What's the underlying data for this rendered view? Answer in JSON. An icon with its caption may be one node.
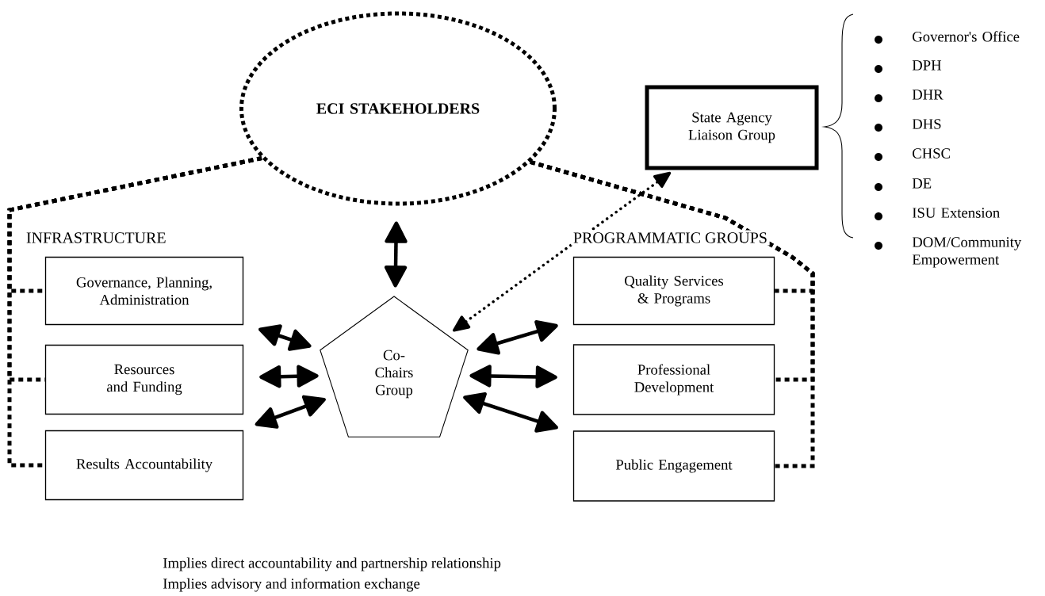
{
  "diagram": {
    "nodes": [
      {
        "text": [
          "ECI STAKEHOLDERS"
        ]
      },
      {
        "text": [
          "State Agency Liaison Group"
        ]
      },
      {
        "text": [
          "Co- Chairs Group"
        ]
      },
      {
        "text": [
          "Governance, Planning, Administration"
        ]
      },
      {
        "text": [
          "Resources and Funding"
        ]
      },
      {
        "text": [
          "Results Accountability"
        ]
      },
      {
        "text": [
          "Quality Services & Programs"
        ]
      },
      {
        "text": [
          "Professional Development"
        ]
      },
      {
        "text": [
          "Public Engagement"
        ]
      }
    ],
    "edges": [
      {
        "from": 0,
        "to": 2,
        "arrow": "both"
      },
      {
        "from": 3,
        "to": 2,
        "arrow": "both"
      },
      {
        "from": 4,
        "to": 2,
        "arrow": "both"
      },
      {
        "from": 5,
        "to": 2,
        "arrow": "both"
      },
      {
        "from": 6,
        "to": 2,
        "arrow": "both"
      },
      {
        "from": 7,
        "to": 2,
        "arrow": "both"
      },
      {
        "from": 8,
        "to": 2,
        "arrow": "both"
      },
      {
        "from": 2,
        "to": 1,
        "arrow": "both",
        "style": "dashed"
      },
      {
        "from": 0,
        "to": 3,
        "arrow": "none",
        "style": "dashed"
      },
      {
        "from": 0,
        "to": 4,
        "arrow": "none",
        "style": "dashed"
      },
      {
        "from": 0,
        "to": 5,
        "arrow": "none",
        "style": "dashed"
      },
      {
        "from": 0,
        "to": 6,
        "arrow": "none",
        "style": "dashed"
      },
      {
        "from": 0,
        "to": 7,
        "arrow": "none",
        "style": "dashed"
      },
      {
        "from": 0,
        "to": 8,
        "arrow": "none",
        "style": "dashed"
      }
    ],
    "labels": [
      "INFRASTRUCTURE",
      "PROGRAMMATIC GROUPS",
      "Governor's Office",
      "DPH",
      "DHR",
      "DHS",
      "CHSC",
      "DE",
      "ISU Extension",
      "DOM/Community Empowerment",
      "Implies direct accountability and partnership relationship",
      "Implies advisory and information exchange"
    ]
  }
}
